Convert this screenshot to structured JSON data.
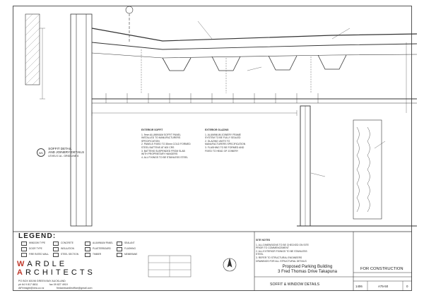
{
  "details": {
    "soffit": {
      "marker": "W1",
      "line1": "SOFFIT DETAIL",
      "line2": "AND JOINERY DETAILS",
      "line3": "LEVELS 1A - GRID LINE 6"
    },
    "soffit_notes": {
      "heading": "EXTERIOR SOFFIT",
      "lines": [
        "1. 9mm ALUMINIUM SOFFIT PANEL INSTALLED TO MANUFACTURERS SPECIFICATION",
        "2. PANELS FIXED TO 35mm COLD FORMED STEEL BATTENS AT 600 CRS",
        "3. BATTENS SUSPENDED FROM SLAB WITH PROPRIETARY HANGERS",
        "4. ALL FIXINGS TO BE STAINLESS STEEL"
      ]
    },
    "glazing_notes": {
      "heading": "EXTERIOR GLAZING",
      "lines": [
        "1. ALUMINIUM JOINERY FRAME SYSTEM TO BE FULLY SEALED",
        "2. GLAZING UNITS TO MANUFACTURERS SPECIFICATION",
        "3. FLASHING TO BE FORMED AND FIXED TO HEAD OF JOINERY"
      ]
    },
    "site_notes": {
      "heading": "SITE NOTES",
      "lines": [
        "1. ALL DIMENSIONS TO BE CHECKED ON SITE PRIOR TO COMMENCEMENT",
        "2. ALL EXTERIOR FIXINGS TO BE STAINLESS STEEL",
        "3. REFER TO STRUCTURAL ENGINEERS DRAWINGS FOR ALL STRUCTURAL DETAILS"
      ]
    }
  },
  "legend": {
    "title": "LEGEND:",
    "items": [
      "WINDOW TYPE",
      "DOOR TYPE",
      "FIRE RATED WALL",
      "CONCRETE",
      "INSULATION",
      "STEEL SECTION",
      "ALUMINIUM PANEL",
      "PLASTERBOARD",
      "TIMBER",
      "SEALANT",
      "FLASHING",
      "MEMBRANE"
    ]
  },
  "firm": {
    "line1": "WARDLE",
    "line2": "ARCHITECTS",
    "address": "PO BOX 60198  GREEN BAY  AUCKLAND",
    "phone": "ph 64 9 817 8811",
    "fax": "fax 09 827 4919",
    "email": "AtFiresight@xtra.co.nz",
    "email2": "fredardwardleoffice@gmail.com"
  },
  "title_block": {
    "project_line1": "Proposed Parking Building",
    "project_line2": "3 Fred Thomas Drive  Takapuna",
    "sheet_title": "SOFFIT & WINDOW DETAILS",
    "status": "FOR CONSTRUCTION",
    "job_no": "1406",
    "sheet_no": "A75-50",
    "revision": "0"
  }
}
